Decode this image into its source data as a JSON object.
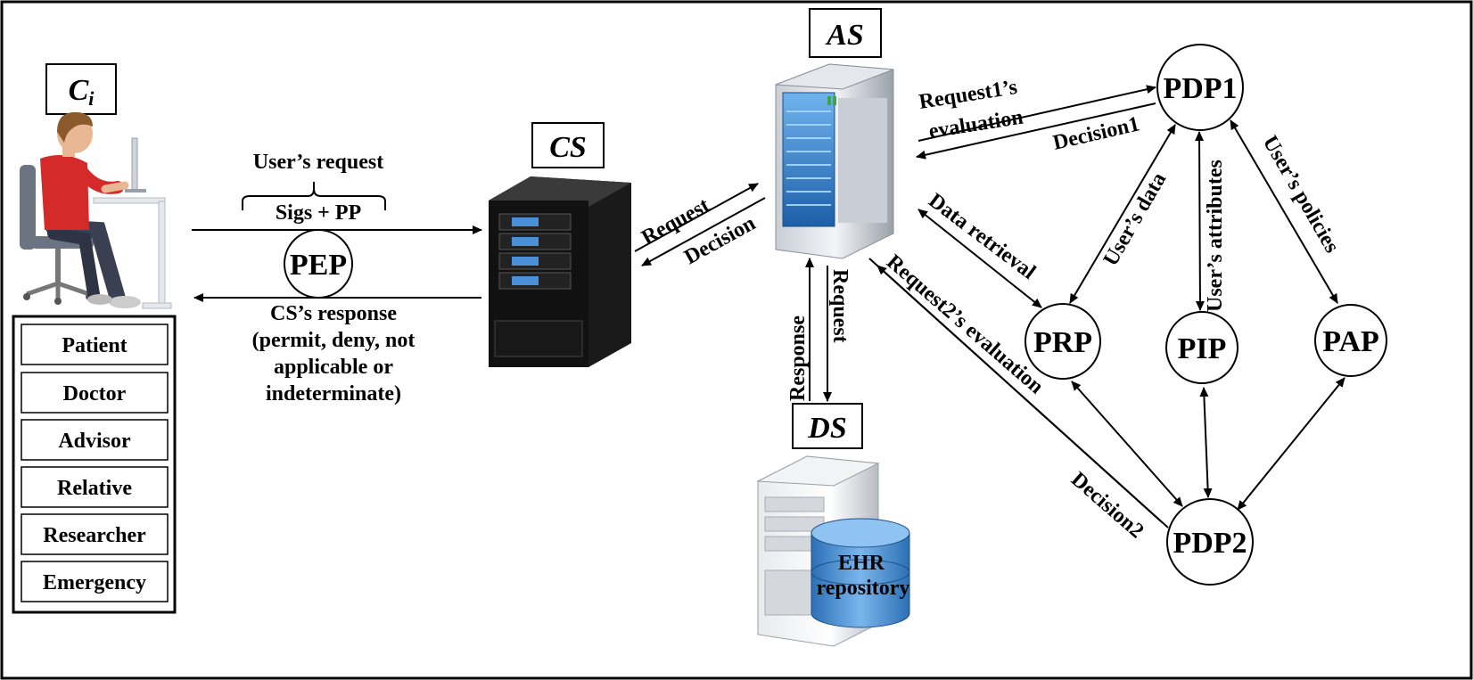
{
  "entities": {
    "client": "Ci",
    "client_main": "C",
    "client_sub": "i",
    "cs": "CS",
    "as": "AS",
    "ds": "DS"
  },
  "roles": [
    "Patient",
    "Doctor",
    "Advisor",
    "Relative",
    "Researcher",
    "Emergency"
  ],
  "nodes": {
    "pep": "PEP",
    "pdp1": "PDP1",
    "pdp2": "PDP2",
    "prp": "PRP",
    "pip": "PIP",
    "pap": "PAP"
  },
  "labels": {
    "users_request": "User’s request",
    "sigs_pp": "Sigs + PP",
    "cs_response_1": "CS’s response",
    "cs_response_2": "(permit, deny, not",
    "cs_response_3": "applicable or",
    "cs_response_4": "indeterminate)",
    "request": "Request",
    "decision": "Decision",
    "request1_a": "Request1’s",
    "request1_b": "evaluation",
    "decision1": "Decision1",
    "data_retrieval": "Data retrieval",
    "request2": "Request2’s evaluation",
    "decision2": "Decision2",
    "users_data": "User’s data",
    "users_attributes": "User’s attributes",
    "users_policies": "User’s policies",
    "as_request": "Request",
    "as_response": "Response",
    "ehr_1": "EHR",
    "ehr_2": "repository"
  },
  "colors": {
    "server_blue": "#4a90d9",
    "shirt_red": "#d42a2a",
    "db_blue": "#3d7fc4"
  }
}
